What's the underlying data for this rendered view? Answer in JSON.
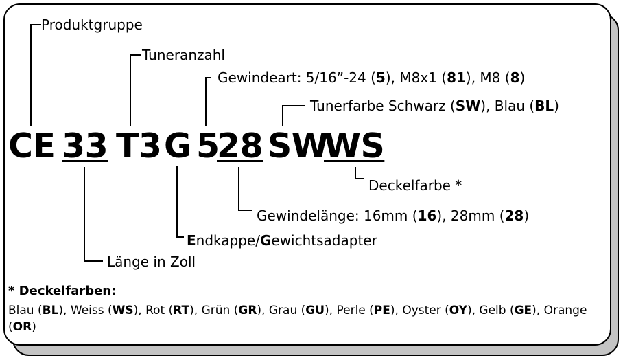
{
  "code": {
    "seg_ce": "CE",
    "seg_33": "33",
    "seg_t3": "T3",
    "seg_g": "G",
    "seg_5": "5",
    "seg_28": "28",
    "seg_sw": "SW",
    "seg_ws": "WS"
  },
  "labels": {
    "produktgruppe": "Produktgruppe",
    "tuneranzahl": "Tuneranzahl",
    "gewindeart": {
      "prefix": "Gewindeart: 5/16”-24 (",
      "v1": "5",
      "mid1": "), M8x1 (",
      "v2": "81",
      "mid2": "), M8 (",
      "v3": "8",
      "suffix": ")"
    },
    "tunerfarbe": {
      "prefix": "Tunerfarbe Schwarz (",
      "v1": "SW",
      "mid": "), Blau (",
      "v2": "BL",
      "suffix": ")"
    },
    "deckelfarbe": "Deckelfarbe *",
    "gewindelaenge": {
      "prefix": "Gewindelänge: 16mm (",
      "v1": "16",
      "mid": "), 28mm (",
      "v2": "28",
      "suffix": ")"
    },
    "endkappe": {
      "e": "E",
      "ndkappe": "ndkappe/",
      "g": "G",
      "ewichtsadapter": "ewichtsadapter"
    },
    "laenge": "Länge in Zoll"
  },
  "legend": {
    "title": "* Deckelfarben:",
    "items": [
      {
        "name": "Blau",
        "code": "BL"
      },
      {
        "name": "Weiss",
        "code": "WS"
      },
      {
        "name": "Rot",
        "code": "RT"
      },
      {
        "name": "Grün",
        "code": "GR"
      },
      {
        "name": "Grau",
        "code": "GU"
      },
      {
        "name": "Perle",
        "code": "PE"
      },
      {
        "name": "Oyster",
        "code": "OY"
      },
      {
        "name": "Gelb",
        "code": "GE"
      },
      {
        "name": "Orange",
        "code": "OR"
      }
    ]
  }
}
